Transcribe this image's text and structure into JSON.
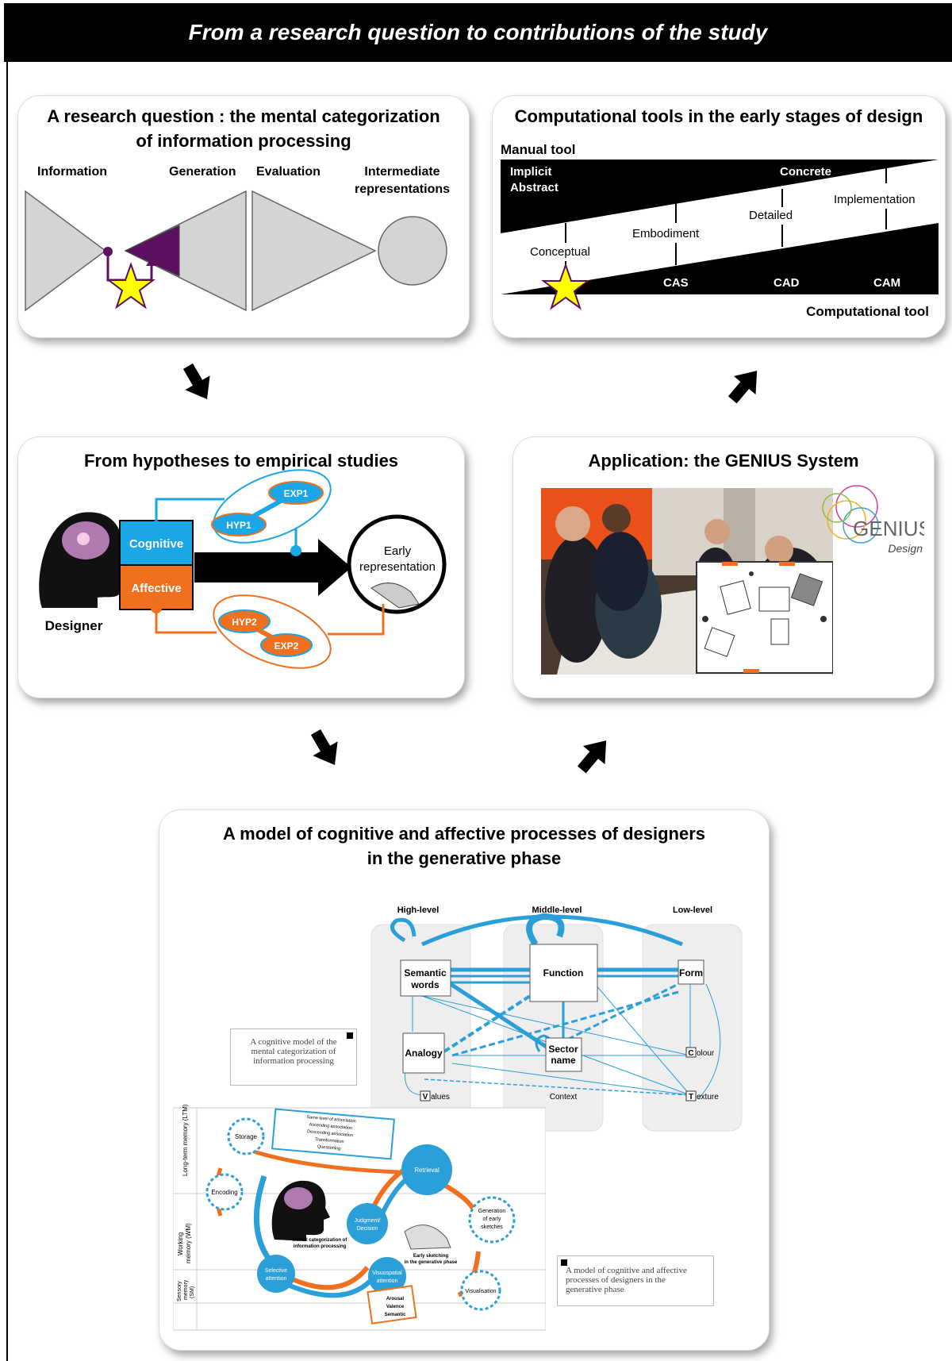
{
  "header": {
    "title": "From a research question to contributions of the study"
  },
  "card1": {
    "title_line1": "A research question :  the mental categorization",
    "title_line2": "of information processing",
    "labels": {
      "information": "Information",
      "generation": "Generation",
      "evaluation": "Evaluation",
      "intermediate_line1": "Intermediate",
      "intermediate_line2": "representations"
    }
  },
  "card2": {
    "title": "Computational tools in the early stages of design",
    "manual_tool": "Manual tool",
    "implicit": "Implicit",
    "abstract": "Abstract",
    "concrete": "Concrete",
    "implementation": "Implementation",
    "detailed": "Detailed",
    "embodiment": "Embodiment",
    "conceptual": "Conceptual",
    "cas": "CAS",
    "cad": "CAD",
    "cam": "CAM",
    "computational_tool": "Computational tool"
  },
  "card3": {
    "title": "From hypotheses to empirical studies",
    "designer": "Designer",
    "cognitive": "Cognitive",
    "affective": "Affective",
    "exp1": "EXP1",
    "hyp1": "HYP1",
    "hyp2": "HYP2",
    "exp2": "EXP2",
    "early_line1": "Early",
    "early_line2": "representation"
  },
  "card4": {
    "title": "Application: the GENIUS System",
    "logo_main": "GENIUS",
    "logo_sub": "Design"
  },
  "card5": {
    "title_line1": "A model of cognitive and affective processes of designers",
    "title_line2": "in the generative phase",
    "levels": {
      "high": "High-level",
      "middle": "Middle-level",
      "low": "Low-level"
    },
    "nodes": {
      "semantic1": "Semantic",
      "semantic2": "words",
      "function": "Function",
      "form": "Form",
      "analogy": "Analogy",
      "sector1": "Sector",
      "sector2": "name",
      "colour_c": "C",
      "colour_rest": "olour",
      "values_v": "V",
      "values_rest": "alues",
      "context": "Context",
      "texture_t": "T",
      "texture_rest": "exture"
    },
    "note1": [
      "A cognitive model of the",
      "mental categorization of",
      "information processing"
    ],
    "note2": [
      "A model of cognitive and affective",
      "processes of designers in the",
      "generative phase"
    ],
    "memory": {
      "ltm": "Long-term memory (LTM)",
      "wm1": "Working",
      "wm2": "memory (WM)",
      "sm1": "Sensory",
      "sm2": "memory",
      "sm3": "(SM)"
    },
    "process": {
      "storage": "Storage",
      "retrieval": "Retrieval",
      "encoding": "Encoding",
      "judgment1": "Judgment/",
      "judgment2": "Decision",
      "generation1": "Generation",
      "generation2": "of early",
      "generation3": "sketches",
      "selective1": "Selective",
      "selective2": "attention",
      "visuospatial1": "Visuospatial",
      "visuospatial2": "attention",
      "visualisation": "Visualisation",
      "mental1": "Mental categorization of",
      "mental2": "information processing",
      "early1": "Early sketching",
      "early2": "in the generative phase"
    },
    "associations": [
      "Same level of association",
      "Ascending association",
      "Descending association",
      "Transformation",
      "Questioning"
    ],
    "affect": [
      "Arousal",
      "Valence",
      "Semantic"
    ]
  }
}
